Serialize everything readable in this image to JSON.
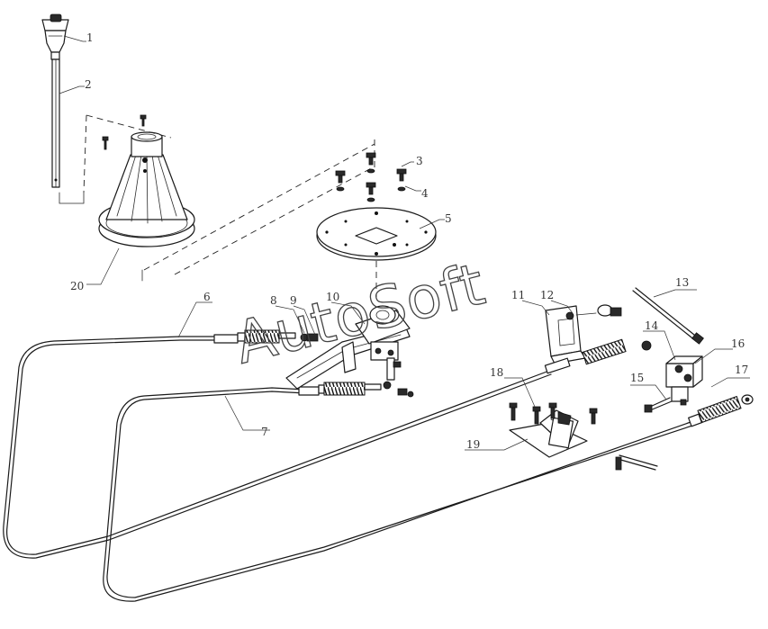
{
  "watermark": "AutoSoft",
  "callouts": [
    {
      "id": "1",
      "text": "1"
    },
    {
      "id": "2",
      "text": "2"
    },
    {
      "id": "3",
      "text": "3"
    },
    {
      "id": "4",
      "text": "4"
    },
    {
      "id": "5",
      "text": "5"
    },
    {
      "id": "6",
      "text": "6"
    },
    {
      "id": "7",
      "text": "7"
    },
    {
      "id": "8",
      "text": "8"
    },
    {
      "id": "9",
      "text": "9"
    },
    {
      "id": "10",
      "text": "10"
    },
    {
      "id": "11",
      "text": "11"
    },
    {
      "id": "12",
      "text": "12"
    },
    {
      "id": "13",
      "text": "13"
    },
    {
      "id": "14",
      "text": "14"
    },
    {
      "id": "15",
      "text": "15"
    },
    {
      "id": "16",
      "text": "16"
    },
    {
      "id": "17",
      "text": "17"
    },
    {
      "id": "18",
      "text": "18"
    },
    {
      "id": "19",
      "text": "19"
    },
    {
      "id": "20",
      "text": "20"
    }
  ]
}
